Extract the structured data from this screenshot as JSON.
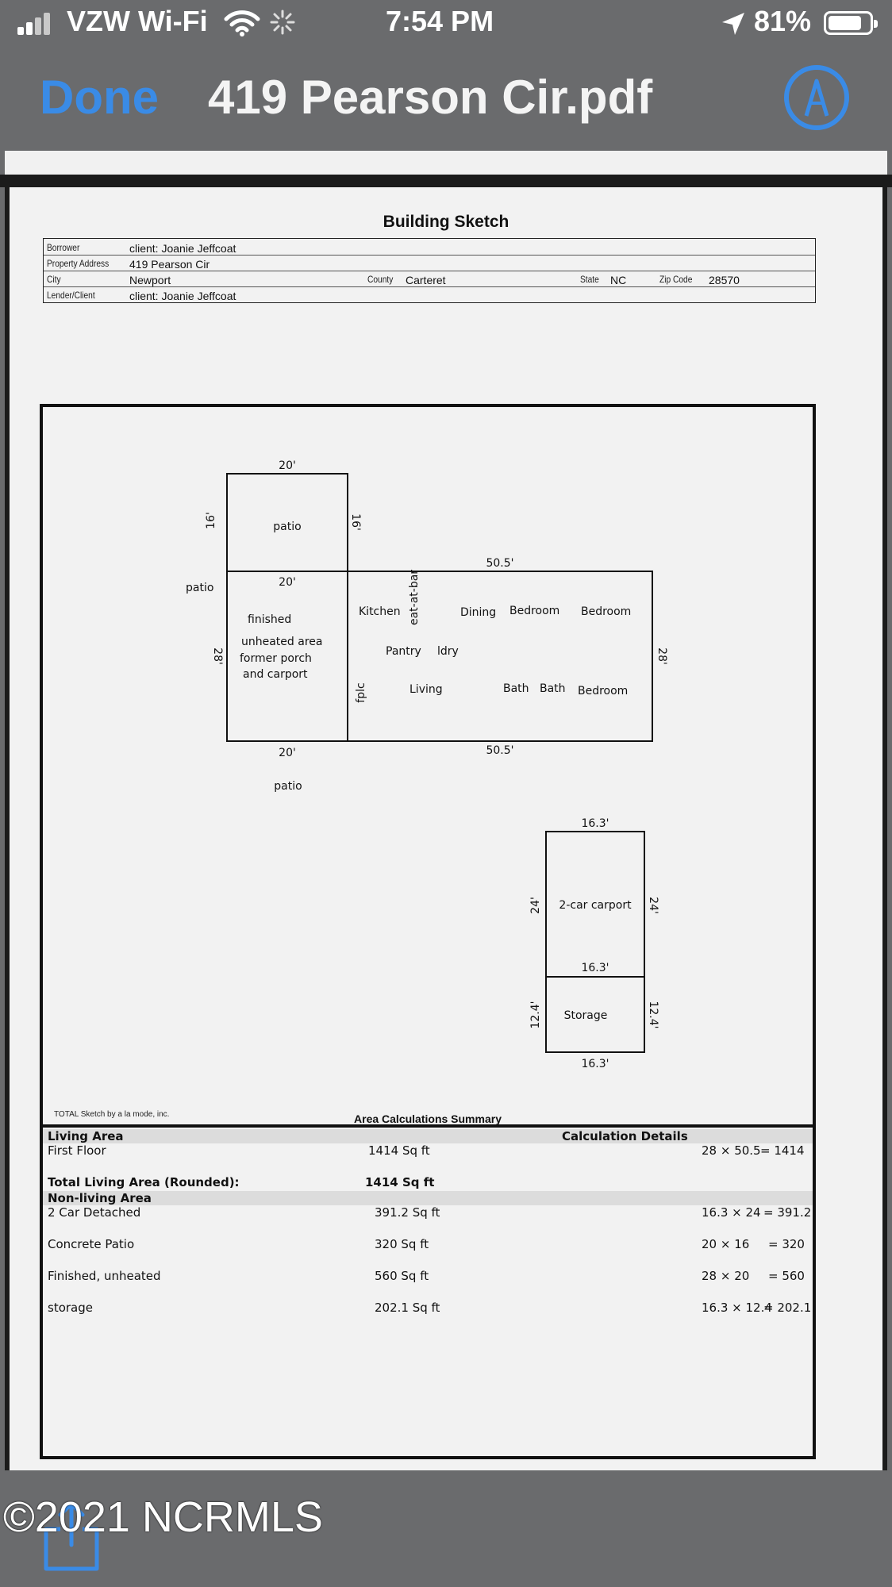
{
  "status_bar": {
    "carrier": "VZW Wi-Fi",
    "time": "7:54 PM",
    "battery": "81%",
    "battery_level": 0.81
  },
  "nav": {
    "done_label": "Done",
    "title": "419 Pearson Cir.pdf",
    "markup_icon": "markup-pen-icon"
  },
  "document": {
    "heading": "Building Sketch",
    "header_fields": {
      "borrower_label": "Borrower",
      "borrower": "client:  Joanie Jeffcoat",
      "address_label": "Property Address",
      "address": "419 Pearson Cir",
      "city_label": "City",
      "city": "Newport",
      "county_label": "County",
      "county": "Carteret",
      "state_label": "State",
      "state": "NC",
      "zip_label": "Zip Code",
      "zip": "28570",
      "lender_label": "Lender/Client",
      "lender": "client:  Joanie Jeffcoat"
    },
    "sketch": {
      "top_patio": {
        "label": "patio",
        "width": "20'",
        "depth": "16'"
      },
      "left_label": "patio",
      "annex": {
        "top": "20'",
        "bottom": "20'",
        "side": "28'",
        "lines": [
          "finished",
          "unheated area",
          "former porch",
          "and carport"
        ]
      },
      "main": {
        "top": "50.5'",
        "bottom": "50.5'",
        "side": "28'"
      },
      "rooms": {
        "kitchen": "Kitchen",
        "eat_at_bar": "eat-at-bar",
        "dining": "Dining",
        "bedroom1": "Bedroom",
        "bedroom2": "Bedroom",
        "pantry": "Pantry",
        "ldry": "ldry",
        "fplc": "fplc",
        "living": "Living",
        "bath1": "Bath",
        "bath2": "Bath",
        "bedroom3": "Bedroom"
      },
      "bottom_label": "patio",
      "carport": {
        "label": "2-car carport",
        "width": "16.3'",
        "depth": "24'"
      },
      "storage": {
        "label": "Storage",
        "width": "16.3'",
        "depth": "12.4'"
      }
    },
    "credit": "TOTAL Sketch by a la mode, inc.",
    "summary_title": "Area Calculations Summary",
    "summary": {
      "living_header": "Living Area",
      "details_header": "Calculation Details",
      "first_floor": {
        "name": "First Floor",
        "area": "1414 Sq ft",
        "calc": "28 × 50.5",
        "eq": "= 1414"
      },
      "total_label": "Total Living Area (Rounded):",
      "total_value": "1414 Sq ft",
      "nonliving_header": "Non-living Area",
      "rows": [
        {
          "name": "2 Car Detached",
          "area": "391.2 Sq ft",
          "calc": "16.3 × 24",
          "eq": "= 391.2"
        },
        {
          "name": "Concrete Patio",
          "area": "320 Sq ft",
          "calc": "20 × 16",
          "eq": "=     320"
        },
        {
          "name": "Finished, unheated",
          "area": "560 Sq ft",
          "calc": "28 × 20",
          "eq": "=     560"
        },
        {
          "name": "storage",
          "area": "202.1 Sq ft",
          "calc": "16.3 × 12.4",
          "eq": "= 202.1"
        }
      ]
    }
  },
  "footer": {
    "copyright": "©2021 NCRMLS",
    "share_icon": "share-icon"
  }
}
